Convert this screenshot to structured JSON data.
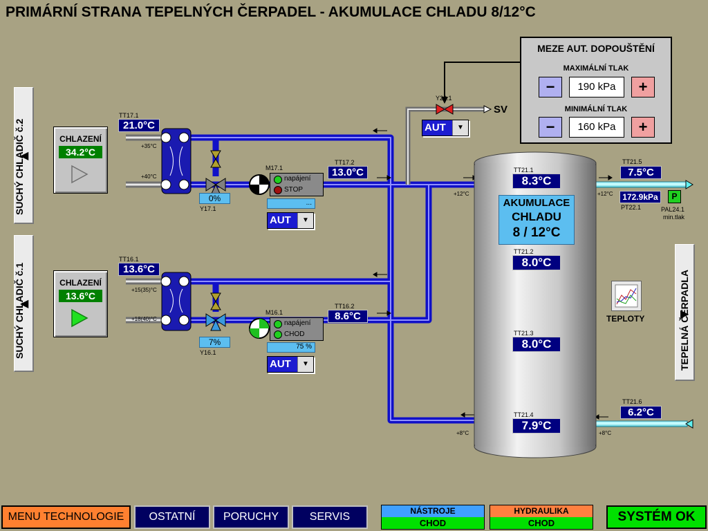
{
  "title": "PRIMÁRNÍ STRANA TEPELNÝCH ČERPADEL - AKUMULACE CHLADU 8/12°C",
  "side": {
    "dry_cooler_2": "SUCHÝ CHLADIČ č.2",
    "dry_cooler_1": "SUCHÝ CHLADIČ č.1",
    "heat_pumps": "TEPELNÁ ČERPADLA"
  },
  "cooler2": {
    "label": "CHLAZENÍ",
    "temp": "34.2°C",
    "running": false
  },
  "cooler1": {
    "label": "CHLAZENÍ",
    "temp": "13.6°C",
    "running": true
  },
  "hx_upper": {
    "in_temp": "+35°C",
    "out_temp": "+40°C"
  },
  "hx_lower": {
    "in_temp": "+15(35)°C",
    "out_temp": "+18(40)°C"
  },
  "sensors": {
    "tt17_1": {
      "name": "TT17.1",
      "value": "21.0°C"
    },
    "tt17_2": {
      "name": "TT17.2",
      "value": "13.0°C"
    },
    "tt16_1": {
      "name": "TT16.1",
      "value": "13.6°C"
    },
    "tt16_2": {
      "name": "TT16.2",
      "value": "8.6°C"
    },
    "tt21_1": {
      "name": "TT21.1",
      "value": "8.3°C"
    },
    "tt21_2": {
      "name": "TT21.2",
      "value": "8.0°C"
    },
    "tt21_3": {
      "name": "TT21.3",
      "value": "8.0°C"
    },
    "tt21_4": {
      "name": "TT21.4",
      "value": "7.9°C"
    },
    "tt21_5": {
      "name": "TT21.5",
      "value": "7.5°C"
    },
    "tt21_6": {
      "name": "TT21.6",
      "value": "6.2°C"
    }
  },
  "valves": {
    "y17_1": {
      "name": "Y17.1",
      "position": "0%"
    },
    "y16_1": {
      "name": "Y16.1",
      "position": "7%"
    },
    "y22_1": {
      "name": "Y22.1",
      "mode": "AUT"
    }
  },
  "pumps": {
    "m17_1": {
      "name": "M17.1",
      "power": "napájení",
      "status": "STOP",
      "speed": "...",
      "mode": "AUT"
    },
    "m16_1": {
      "name": "M16.1",
      "power": "napájení",
      "status": "CHOD",
      "speed": "75 %",
      "mode": "AUT"
    }
  },
  "sv_label": "SV",
  "tank": {
    "line1": "AKUMULACE",
    "line2": "CHLADU",
    "line3": "8 / 12°C"
  },
  "pipe_temps": {
    "tank_out": "+12°C",
    "tank_right_out": "+12°C",
    "tank_bottom": "+8°C",
    "tank_right_in": "+8°C"
  },
  "pressure": {
    "name": "PT22.1",
    "value": "172.9kPa",
    "switch_name": "PAL24.1",
    "switch_desc": "min.tlak",
    "switch_letter": "P"
  },
  "limits": {
    "title": "MEZE AUT. DOPOUŠTĚNÍ",
    "max_label": "MAXIMÁLNÍ TLAK",
    "max_value": "190 kPa",
    "min_label": "MINIMÁLNÍ TLAK",
    "min_value": "160 kPa"
  },
  "teploty_label": "TEPLOTY",
  "bottom": {
    "menu": "MENU TECHNOLOGIE",
    "other": "OSTATNÍ",
    "faults": "PORUCHY",
    "service": "SERVIS",
    "tools": {
      "label": "NÁSTROJE",
      "status": "CHOD"
    },
    "hydraulics": {
      "label": "HYDRAULIKA",
      "status": "CHOD"
    },
    "system": "SYSTÉM OK"
  },
  "colors": {
    "pipe": "#1a1ae6",
    "tank": "#d8d8d8",
    "ok_green": "#00e000",
    "value_bg": "#000080",
    "valve_red": "#e02020"
  }
}
